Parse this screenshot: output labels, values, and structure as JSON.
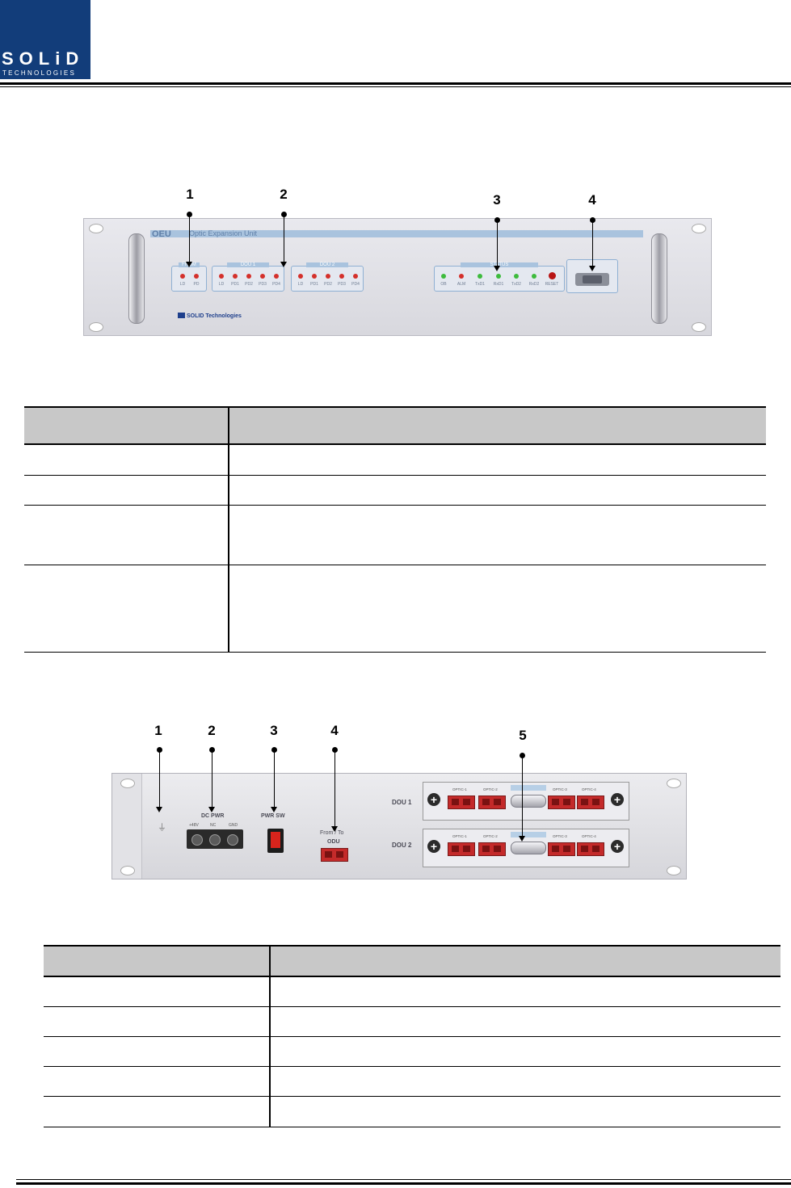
{
  "header": {
    "logo_word": "SOLiD",
    "logo_sub": "TECHNOLOGIES"
  },
  "front_panel": {
    "callouts": [
      "1",
      "2",
      "3",
      "4"
    ],
    "model_label": "OEU",
    "subtitle": "Optic Expansion Unit",
    "brand": "SOLID Technologies",
    "led_groups": [
      {
        "leds": [
          {
            "label": "LD",
            "color": "red"
          },
          {
            "label": "PD",
            "color": "red"
          }
        ]
      },
      {
        "leds": [
          {
            "label": "LD",
            "color": "red"
          },
          {
            "label": "PD1",
            "color": "red"
          },
          {
            "label": "PD2",
            "color": "red"
          },
          {
            "label": "PD3",
            "color": "red"
          },
          {
            "label": "PD4",
            "color": "red"
          }
        ]
      },
      {
        "leds": [
          {
            "label": "LD",
            "color": "red"
          },
          {
            "label": "PD1",
            "color": "red"
          },
          {
            "label": "PD2",
            "color": "red"
          },
          {
            "label": "PD3",
            "color": "red"
          },
          {
            "label": "PD4",
            "color": "red"
          }
        ]
      },
      {
        "leds": [
          {
            "label": "OB",
            "color": "green"
          },
          {
            "label": "ALM",
            "color": "red"
          },
          {
            "label": "TxD1",
            "color": "green"
          },
          {
            "label": "RxD1",
            "color": "green"
          },
          {
            "label": "TxD2",
            "color": "green"
          },
          {
            "label": "RxD2",
            "color": "green"
          },
          {
            "label": "RESET",
            "color": "reset"
          }
        ]
      }
    ],
    "group_captions": [
      "FROM",
      "DOU 1",
      "DOU 2",
      "STATUS"
    ]
  },
  "rear_panel": {
    "callouts": [
      "1",
      "2",
      "3",
      "4",
      "5"
    ],
    "dc_pwr": "DC PWR",
    "terminal_labels": [
      "+48V",
      "NC",
      "GND"
    ],
    "pwr_sw": "PWR SW",
    "from_to": "From / To",
    "odu": "ODU",
    "dou1": "DOU 1",
    "dou2": "DOU 2",
    "optic_labels": [
      "OPTIC-1",
      "OPTIC-2",
      "OPTIC-3",
      "OPTIC-4"
    ]
  },
  "colors": {
    "logo_blue": "#123d7a",
    "table_header": "#c8c8c8",
    "led_red": "#d4302b",
    "led_green": "#3dbb3d"
  }
}
